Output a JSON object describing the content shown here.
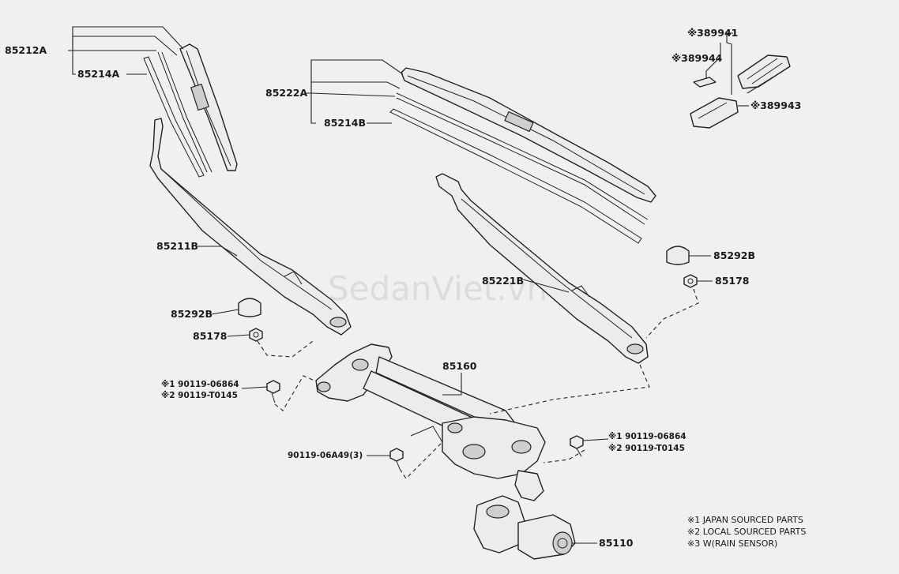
{
  "watermark": "SedanViet.vn",
  "callouts": {
    "blade_left": "85212A",
    "rubber_left": "85214A",
    "blade_right": "85222A",
    "rubber_right": "85214B",
    "arm_left": "85211B",
    "arm_right": "85221B",
    "cap_left": "85292B",
    "cap_right": "85292B",
    "nut_left": "85178",
    "nut_right": "85178",
    "link": "85160",
    "motor": "85110",
    "bolt_left_1": "※1 90119-06864",
    "bolt_left_2": "※2 90119-T0145",
    "bolt_right_1": "※1 90119-06864",
    "bolt_right_2": "※2 90119-T0145",
    "bolt_center": "90119-06A49(3)",
    "sensor_cover": "※389941",
    "sensor_pad": "※389944",
    "sensor_bracket": "※389943"
  },
  "legend": [
    "※1 JAPAN SOURCED PARTS",
    "※2 LOCAL SOURCED PARTS",
    "※3 W(RAIN SENSOR)"
  ]
}
